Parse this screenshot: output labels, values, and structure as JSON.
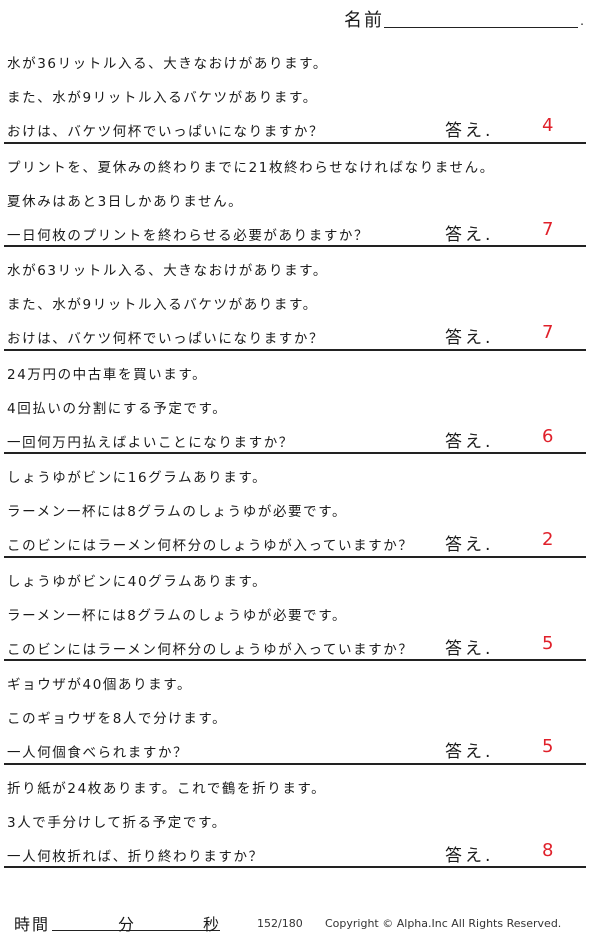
{
  "header": {
    "name_label": "名前",
    "name_suffix": "."
  },
  "answer_label": "答え.",
  "problems": [
    {
      "lines": [
        "水が36リットル入る、大きなおけがあります。",
        "また、水が9リットル入るバケツがあります。",
        "おけは、バケツ何杯でいっぱいになりますか？"
      ],
      "answer": "4"
    },
    {
      "lines": [
        "プリントを、夏休みの終わりまでに21枚終わらせなければなりません。",
        "夏休みはあと3日しかありません。",
        "一日何枚のプリントを終わらせる必要がありますか？"
      ],
      "answer": "7"
    },
    {
      "lines": [
        "水が63リットル入る、大きなおけがあります。",
        "また、水が9リットル入るバケツがあります。",
        "おけは、バケツ何杯でいっぱいになりますか？"
      ],
      "answer": "7"
    },
    {
      "lines": [
        "24万円の中古車を買います。",
        "4回払いの分割にする予定です。",
        "一回何万円払えばよいことになりますか？"
      ],
      "answer": "6"
    },
    {
      "lines": [
        "しょうゆがビンに16グラムあります。",
        "ラーメン一杯には8グラムのしょうゆが必要です。",
        "このビンにはラーメン何杯分のしょうゆが入っていますか？"
      ],
      "answer": "2"
    },
    {
      "lines": [
        "しょうゆがビンに40グラムあります。",
        "ラーメン一杯には8グラムのしょうゆが必要です。",
        "このビンにはラーメン何杯分のしょうゆが入っていますか？"
      ],
      "answer": "5"
    },
    {
      "lines": [
        "ギョウザが40個あります。",
        "このギョウザを8人で分けます。",
        "一人何個食べられますか？"
      ],
      "answer": "5"
    },
    {
      "lines": [
        "折り紙が24枚あります。これで鶴を折ります。",
        "3人で手分けして折る予定です。",
        "一人何枚折れば、折り終わりますか？"
      ],
      "answer": "8"
    }
  ],
  "footer": {
    "time_label": "時間",
    "minutes_label": "分",
    "seconds_label": "秒",
    "page_number": "152/180",
    "copyright": "Copyright © Alpha.Inc All Rights Reserved."
  }
}
